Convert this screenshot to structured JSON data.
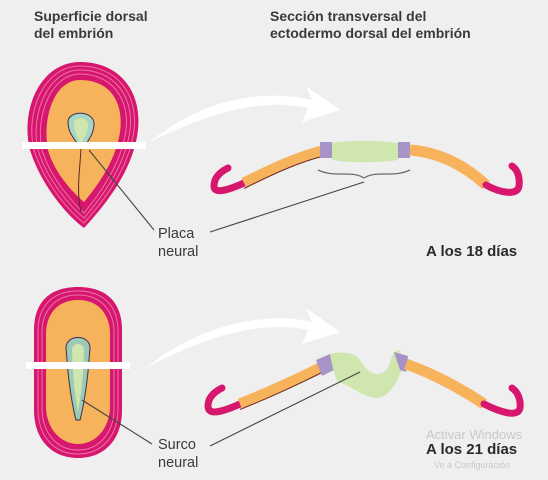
{
  "header": {
    "left_line1": "Superficie dorsal",
    "left_line2": "del embrión",
    "right_line1": "Sección transversal del",
    "right_line2": "ectodermo dorsal del embrión"
  },
  "stage1": {
    "label_line1": "Placa",
    "label_line2": "neural",
    "age": "A los 18 días"
  },
  "stage2": {
    "label_line1": "Surco",
    "label_line2": "neural",
    "age": "A los 21 días"
  },
  "watermark": {
    "line1": "Activar Windows",
    "line2": "Ve a Configuración"
  },
  "colors": {
    "magenta": "#d7166e",
    "orange": "#f7b25c",
    "neural": "#cfe7ae",
    "purple": "#a893c8",
    "groove": "#c8ded0"
  }
}
